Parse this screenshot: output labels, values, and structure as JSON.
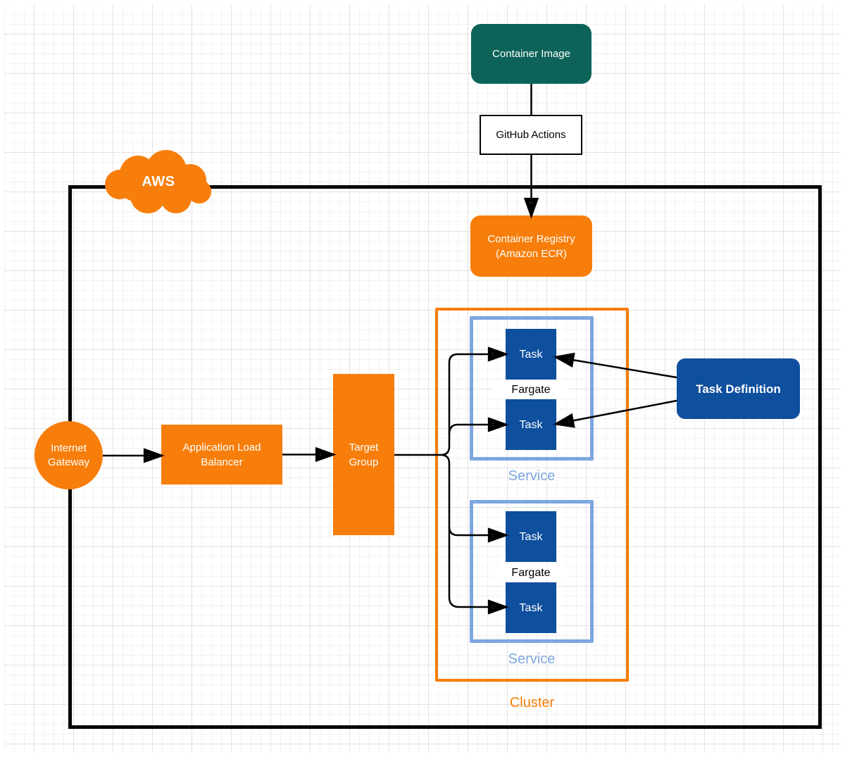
{
  "theme": {
    "orange": "#F77E0B",
    "teal": "#0D6358",
    "blue": "#0E4F9E",
    "light_blue": "#7EA6E0",
    "line_black": "#000000",
    "grid_minor": "#F2F2F2",
    "grid_major": "#E2E2E2",
    "background": "#FFFFFF"
  },
  "nodes": {
    "container_image": {
      "label": "Container Image"
    },
    "github_actions": {
      "label": "GitHub Actions"
    },
    "container_registry": {
      "label": "Container Registry (Amazon ECR)"
    },
    "aws_cloud": {
      "label": "AWS"
    },
    "internet_gateway": {
      "label": "Internet Gateway"
    },
    "load_balancer": {
      "label": "Application Load Balancer"
    },
    "target_group": {
      "label": "Target Group"
    },
    "task_definition": {
      "label": "Task Definition"
    },
    "cluster": {
      "label": "Cluster"
    },
    "services": [
      {
        "label": "Service",
        "runtime_label": "Fargate",
        "tasks": [
          "Task",
          "Task"
        ]
      },
      {
        "label": "Service",
        "runtime_label": "Fargate",
        "tasks": [
          "Task",
          "Task"
        ]
      }
    ]
  }
}
